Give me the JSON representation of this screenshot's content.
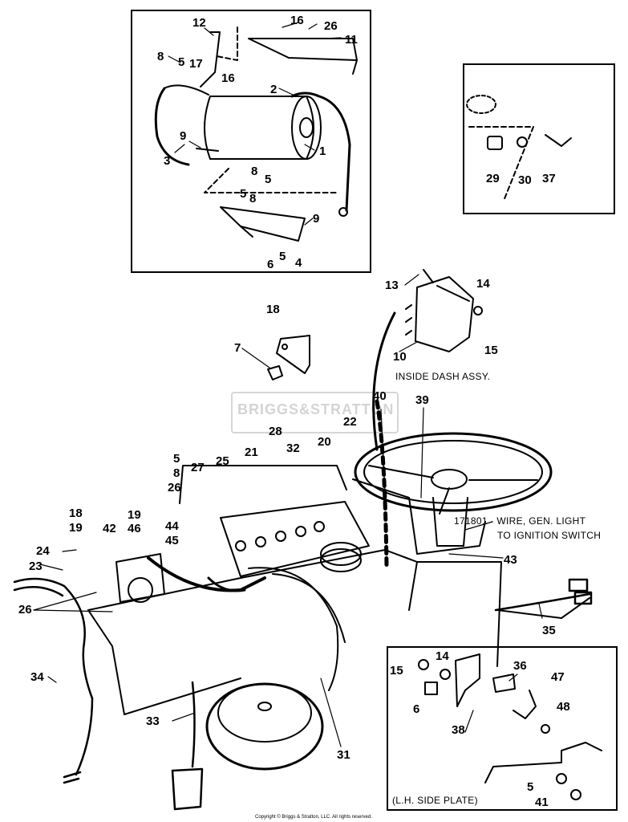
{
  "watermark": "BRIGGS&STRATTON",
  "copyright": "Copyright © Briggs & Stratton, LLC. All rights reserved.",
  "captions": {
    "inside_dash": "INSIDE DASH ASSY.",
    "wire_line1": "171801 - WIRE, GEN. LIGHT",
    "wire_line2": "TO IGNITION SWITCH",
    "lh_side_plate": "(L.H. SIDE PLATE)"
  },
  "callouts": {
    "generator_box": [
      "12",
      "16",
      "26",
      "11",
      "8",
      "5",
      "17",
      "16",
      "2",
      "9",
      "1",
      "3",
      "8",
      "5",
      "5",
      "8",
      "9",
      "5",
      "6",
      "4"
    ],
    "switch_box": [
      "29",
      "30",
      "37"
    ],
    "regulator": [
      "13",
      "14",
      "15",
      "10"
    ],
    "bracket": [
      "18",
      "7"
    ],
    "dash": [
      "40",
      "39",
      "28",
      "22",
      "32",
      "20",
      "21",
      "25",
      "27",
      "5",
      "8",
      "26",
      "18",
      "19",
      "19",
      "46",
      "42",
      "44",
      "45",
      "24",
      "23",
      "26",
      "34",
      "33",
      "31",
      "43",
      "35"
    ],
    "side_plate": [
      "15",
      "14",
      "36",
      "47",
      "6",
      "48",
      "38",
      "5",
      "41"
    ]
  }
}
